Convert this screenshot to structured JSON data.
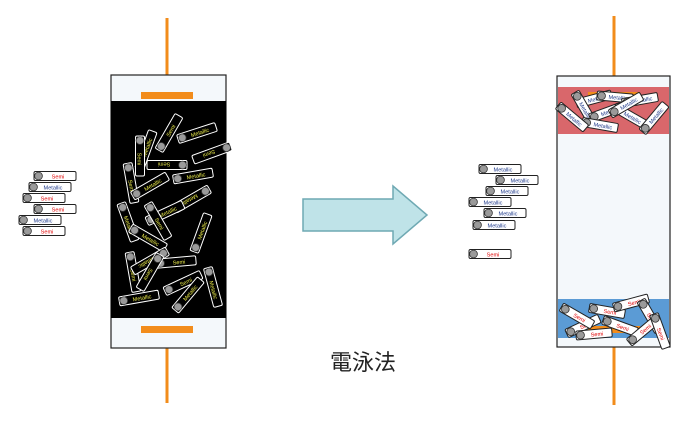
{
  "caption": "電泳法",
  "labels": {
    "semi": "Semi",
    "metallic": "Metallic"
  },
  "colors": {
    "electrode": "#F28C1B",
    "semi_text": "#E00000",
    "metallic_text": "#1F3A8A",
    "tube_dark_text": "#E9E94A",
    "arrow_fill": "#BFE3E8",
    "arrow_stroke": "#6FA9B3",
    "top_band": "#D9676B",
    "bottom_band": "#5B9BD5",
    "cell_fill": "#F4F8FB"
  },
  "left_loose_tubes": [
    "semi",
    "metallic",
    "semi",
    "semi",
    "metallic",
    "semi"
  ],
  "right_loose_tubes": [
    "metallic",
    "metallic",
    "metallic",
    "metallic",
    "metallic",
    "metallic",
    "semi"
  ],
  "left_cell_tubes": [
    "metallic",
    "metallic",
    "semi",
    "semi",
    "semi",
    "metallic",
    "semi",
    "semi",
    "metallic",
    "metallic",
    "metallic",
    "metallic",
    "metallic",
    "semi",
    "metallic",
    "metallic",
    "semi",
    "semi",
    "semi",
    "metallic",
    "metallic",
    "metallic",
    "semi"
  ]
}
